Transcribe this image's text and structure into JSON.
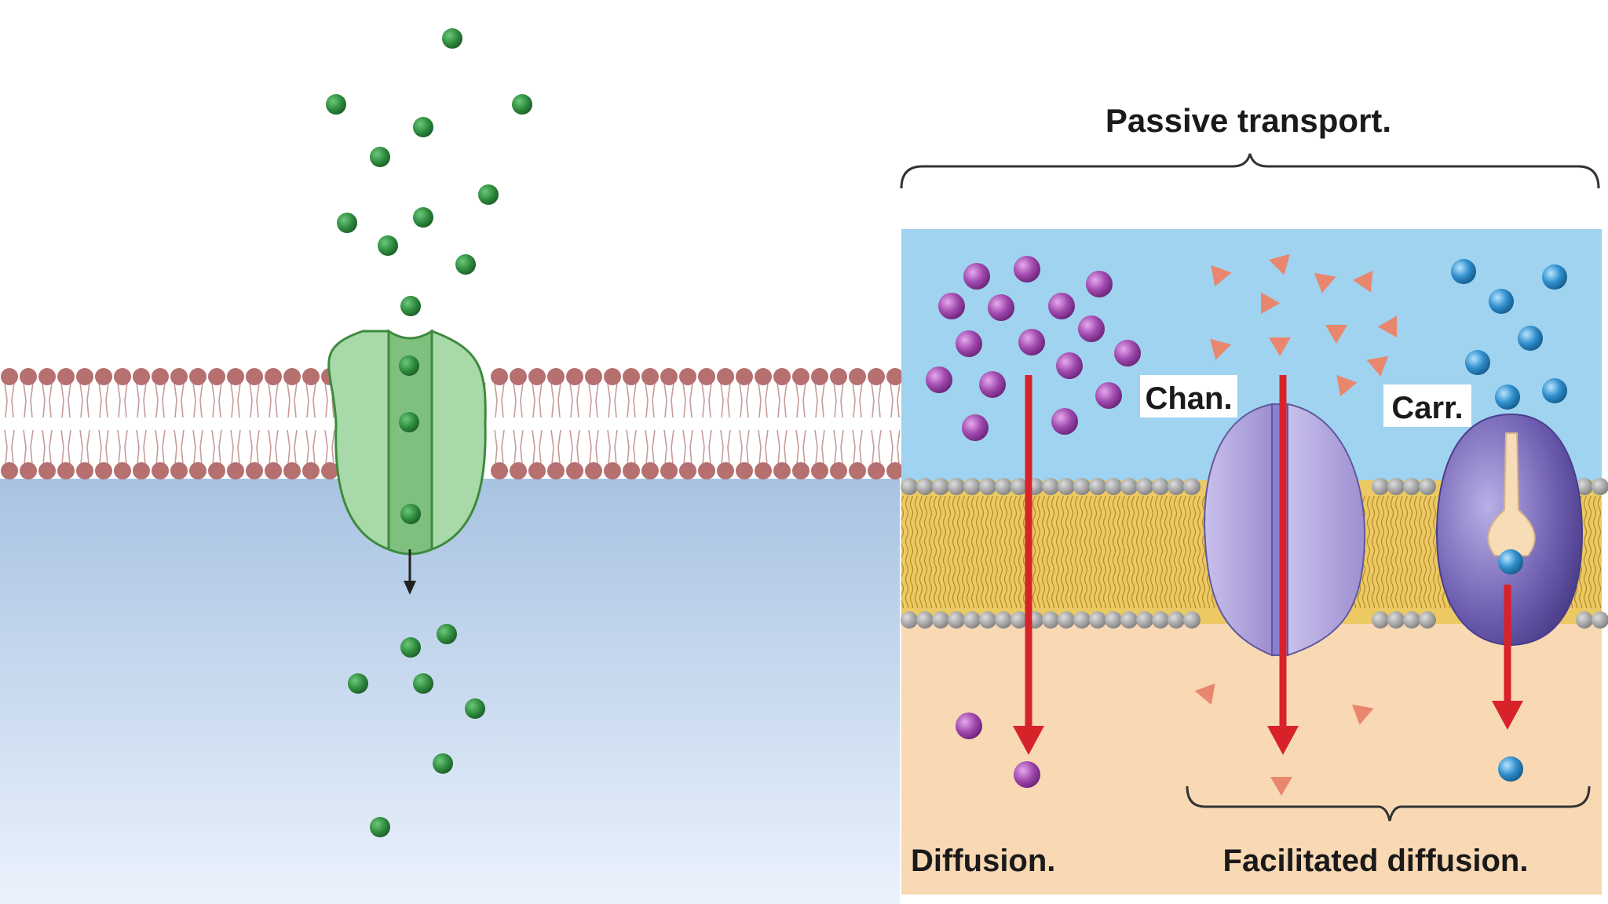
{
  "right_panel": {
    "title": "Passive transport.",
    "channel_label": "Chan.",
    "carrier_label": "Carr.",
    "diffusion_label": "Diffusion.",
    "facilitated_label": "Facilitated diffusion."
  },
  "colors": {
    "left_molecule": "#2e8b3e",
    "left_channel": "#a8d9a8",
    "left_head": "#b5706f",
    "left_cytoplasm_top": "#a9c4e3",
    "left_cytoplasm_bottom": "#e9f1fb",
    "right_outside": "#9fd3f0",
    "right_inside": "#f9d8b4",
    "right_lipid_tail": "#e8c75a",
    "right_lipid_head": "#9a9a9a",
    "purple_solute": "#9b3fa5",
    "triangle_solute": "#e9876e",
    "blue_solute": "#2a88c4",
    "arrow_red": "#d8222a",
    "channel_protein": "#b3a7de",
    "carrier_protein": "#6a5aa7"
  },
  "icons": {
    "left_molecule": "green-sphere",
    "purple_solute": "purple-sphere",
    "triangle_solute": "orange-triangle",
    "blue_solute": "blue-sphere"
  }
}
